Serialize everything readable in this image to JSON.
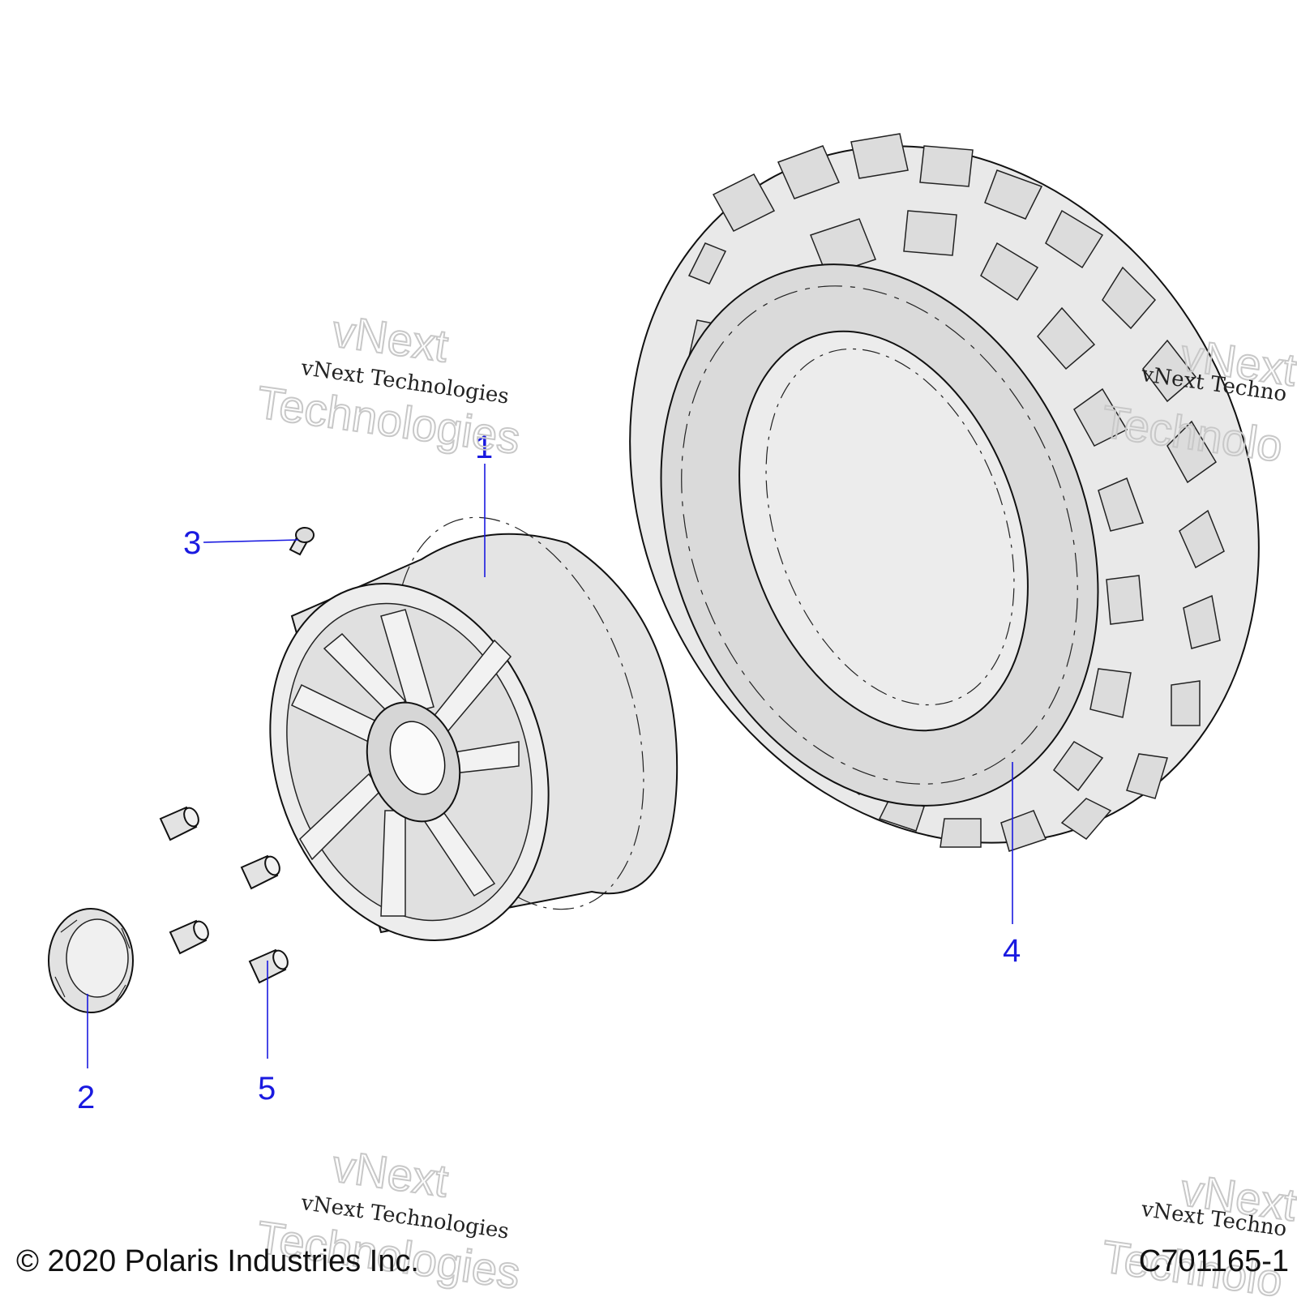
{
  "callouts": {
    "c1": "1",
    "c2": "2",
    "c3": "3",
    "c4": "4",
    "c5": "5"
  },
  "watermark": {
    "script_text": "vNext Technologies",
    "script_text_short": "vNext Techno",
    "big_line1": "vNext",
    "big_line2": "Technologies",
    "big_line2_short": "Technolo"
  },
  "footer": {
    "copyright": "© 2020 Polaris Industries Inc.",
    "figure_id": "C701165-1"
  },
  "colors": {
    "callout": "#1a1ae0",
    "part_fill": "#e6e6e6",
    "part_shade": "#cfcfcf",
    "outline": "#111111"
  }
}
